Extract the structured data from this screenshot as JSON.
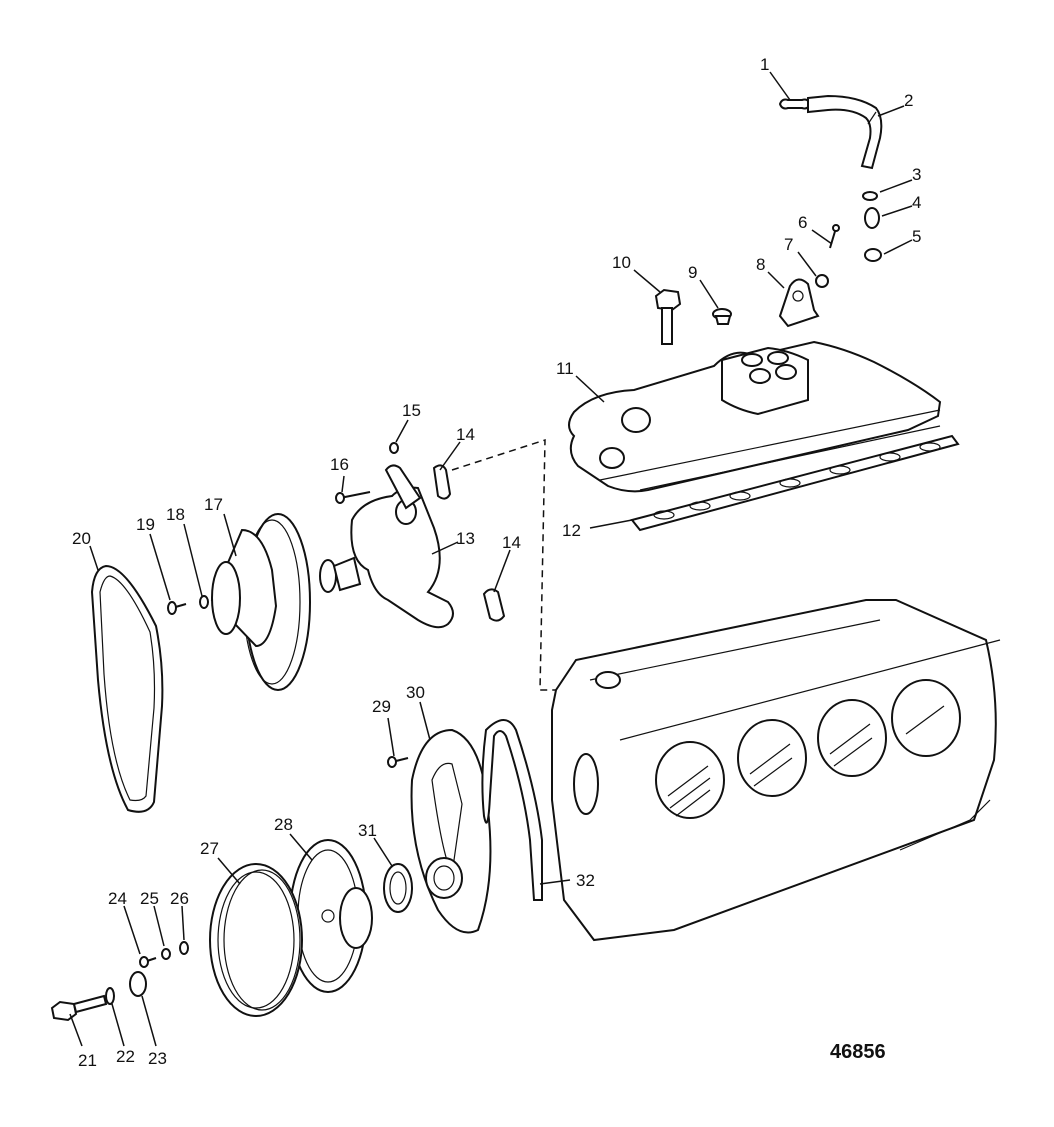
{
  "diagram": {
    "reference_number": "46856",
    "callouts": [
      {
        "id": "callout-1",
        "text": "1"
      },
      {
        "id": "callout-2",
        "text": "2"
      },
      {
        "id": "callout-3",
        "text": "3"
      },
      {
        "id": "callout-4",
        "text": "4"
      },
      {
        "id": "callout-5",
        "text": "5"
      },
      {
        "id": "callout-6",
        "text": "6"
      },
      {
        "id": "callout-7",
        "text": "7"
      },
      {
        "id": "callout-8",
        "text": "8"
      },
      {
        "id": "callout-9",
        "text": "9"
      },
      {
        "id": "callout-10",
        "text": "10"
      },
      {
        "id": "callout-11",
        "text": "11"
      },
      {
        "id": "callout-12",
        "text": "12"
      },
      {
        "id": "callout-13",
        "text": "13"
      },
      {
        "id": "callout-14a",
        "text": "14"
      },
      {
        "id": "callout-14b",
        "text": "14"
      },
      {
        "id": "callout-15",
        "text": "15"
      },
      {
        "id": "callout-16",
        "text": "16"
      },
      {
        "id": "callout-17",
        "text": "17"
      },
      {
        "id": "callout-18",
        "text": "18"
      },
      {
        "id": "callout-19",
        "text": "19"
      },
      {
        "id": "callout-20",
        "text": "20"
      },
      {
        "id": "callout-21",
        "text": "21"
      },
      {
        "id": "callout-22",
        "text": "22"
      },
      {
        "id": "callout-23",
        "text": "23"
      },
      {
        "id": "callout-24",
        "text": "24"
      },
      {
        "id": "callout-25",
        "text": "25"
      },
      {
        "id": "callout-26",
        "text": "26"
      },
      {
        "id": "callout-27",
        "text": "27"
      },
      {
        "id": "callout-28",
        "text": "28"
      },
      {
        "id": "callout-29",
        "text": "29"
      },
      {
        "id": "callout-30",
        "text": "30"
      },
      {
        "id": "callout-31",
        "text": "31"
      },
      {
        "id": "callout-32",
        "text": "32"
      }
    ]
  }
}
